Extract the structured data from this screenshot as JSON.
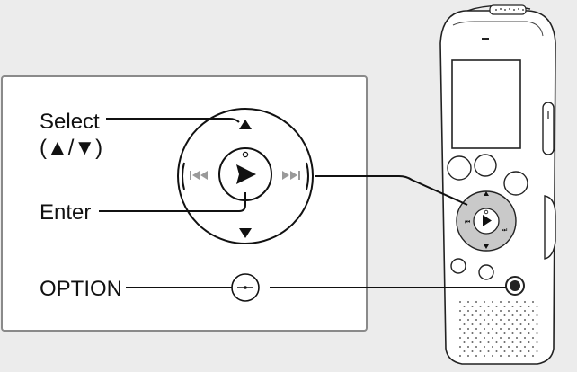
{
  "labels": {
    "select": "Select",
    "select_arrows": "(▲/▼)",
    "enter": "Enter",
    "option": "OPTION"
  },
  "colors": {
    "background": "#ececec",
    "panel": "#ffffff",
    "panel_border": "#8a8a8a",
    "control_pad": "#c9c9c9",
    "line": "#111111"
  }
}
